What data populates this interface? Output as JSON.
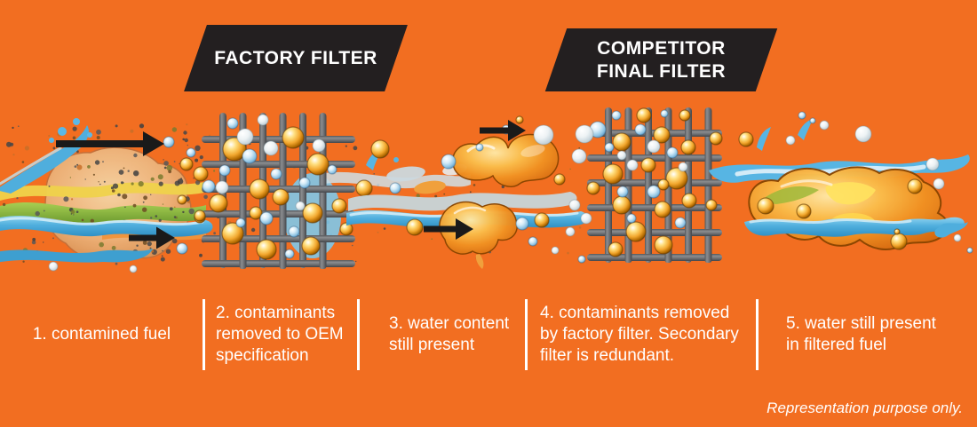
{
  "palette": {
    "background": "#F26E21",
    "label_bg": "#231F20",
    "text": "#FFFFFF",
    "arrow": "#1A1A1A",
    "mesh": "#58595B",
    "water": "#3FA9DC",
    "water_light": "#BDE3F2",
    "fuel_amber": "#F7941E",
    "fuel_yellow": "#FFD94F",
    "fuel_green": "#8CC63E"
  },
  "labels": {
    "factory": "FACTORY FILTER",
    "competitor": "COMPETITOR\nFINAL FILTER"
  },
  "captions": [
    "1. contamined fuel",
    "2. contaminants\nremoved to OEM\nspecification",
    "3. water content\nstill present",
    "4. contaminants removed\nby factory filter. Secondary\nfilter is redundant.",
    "5. water still present\nin filtered fuel"
  ],
  "footnote": "Representation purpose only.",
  "icons": {
    "mesh": "filter-mesh-icon",
    "arrow": "flow-arrow-icon",
    "droplet": "fuel-water-droplet-icon"
  }
}
